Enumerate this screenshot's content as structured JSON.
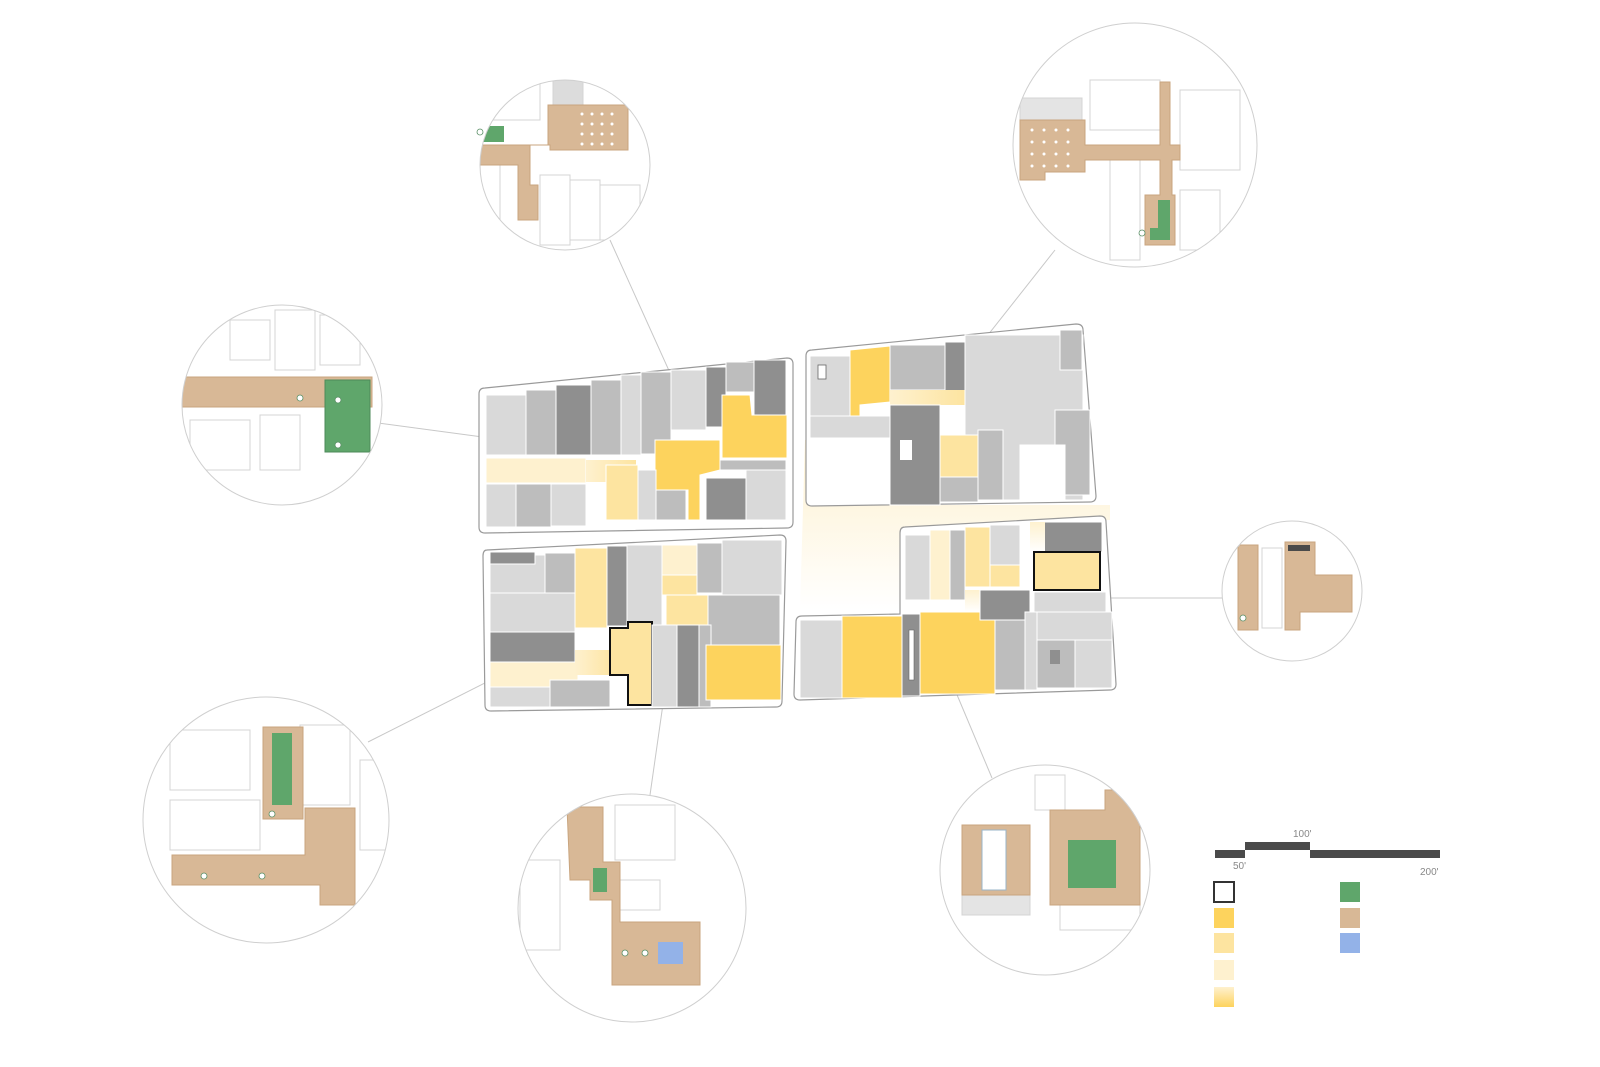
{
  "colors": {
    "building_light": "#d9d9d9",
    "building_mid": "#bdbdbd",
    "building_dark": "#8f8f8f",
    "outline": "#9a9a9a",
    "yellow_strong": "#fdd35d",
    "yellow_mid": "#fde4a0",
    "yellow_light": "#fef1cf",
    "tan": "#d8b896",
    "green": "#5fa66b",
    "blue": "#93b2e8",
    "scale_bar": "#4a4a4a"
  },
  "scale": {
    "label_50": "50'",
    "label_100": "100'",
    "label_200": "200'"
  },
  "legend": {
    "left": [
      {
        "key": "outlined-building",
        "color": "#ffffff"
      },
      {
        "key": "strong-yellow",
        "color": "#fdd35d"
      },
      {
        "key": "mid-yellow",
        "color": "#fde4a0"
      },
      {
        "key": "light-yellow",
        "color": "#fef1cf"
      },
      {
        "key": "gradient-yellow",
        "color": "#fdd35d"
      }
    ],
    "right": [
      {
        "key": "green-space",
        "color": "#5fa66b"
      },
      {
        "key": "tan-paving",
        "color": "#d8b896"
      },
      {
        "key": "water",
        "color": "#93b2e8"
      }
    ]
  },
  "callouts": [
    {
      "id": "top-left",
      "icons": [
        "tree-icon"
      ]
    },
    {
      "id": "top-right",
      "icons": [
        "tree-icon"
      ]
    },
    {
      "id": "left",
      "icons": [
        "tree-icon",
        "tree-icon",
        "tree-icon"
      ]
    },
    {
      "id": "right",
      "icons": [
        "tree-icon"
      ]
    },
    {
      "id": "bottom-left",
      "icons": [
        "tree-icon",
        "tree-icon",
        "tree-icon"
      ]
    },
    {
      "id": "bottom-center",
      "icons": [
        "tree-icon",
        "tree-icon"
      ]
    },
    {
      "id": "bottom-right",
      "icons": []
    }
  ]
}
